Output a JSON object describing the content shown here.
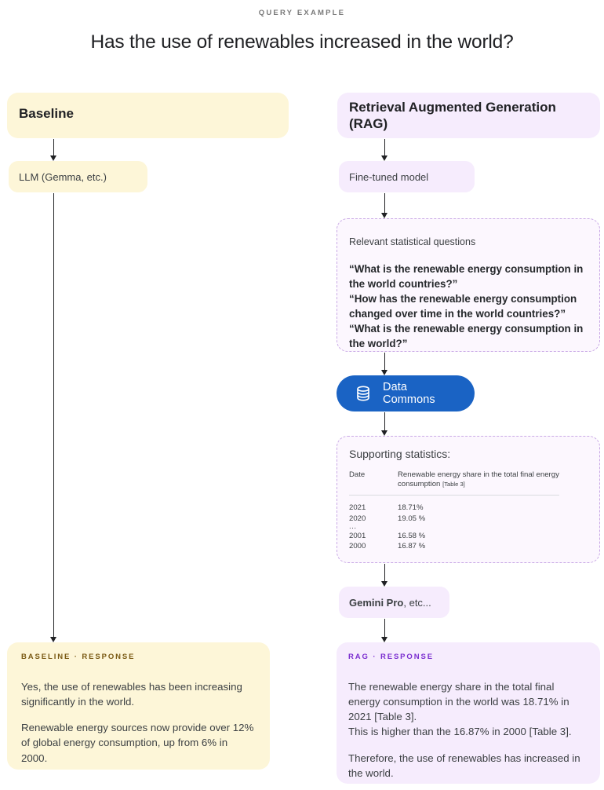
{
  "header": {
    "kicker": "QUERY EXAMPLE",
    "title": "Has the use of renewables increased in the world?"
  },
  "colors": {
    "yellow_panel": "#fdf6d8",
    "purple_panel": "#f6ecfd",
    "dashed_border": "#c9a9e6",
    "data_commons_blue": "#1a63c4",
    "baseline_kicker": "#7a5a14",
    "rag_kicker": "#7b2fd0"
  },
  "baseline_column": {
    "title": "Baseline",
    "model_node": "LLM (Gemma, etc.)",
    "response": {
      "kicker": "BASELINE · RESPONSE",
      "paragraphs": [
        "Yes, the use of renewables has been increasing significantly in the world.",
        "Renewable energy sources now provide over 12% of global energy consumption, up from 6%  in 2000."
      ]
    }
  },
  "rag_column": {
    "title": "Retrieval Augmented Generation (RAG)",
    "finetuned_node": "Fine-tuned model",
    "questions_box": {
      "title": "Relevant statistical questions",
      "questions": [
        "“What is the renewable energy consumption in the world countries?”",
        "“How has the renewable energy consumption changed over time in the world countries?”",
        "“What is the renewable energy consumption in the world?”"
      ]
    },
    "data_commons": {
      "label": "Data Commons",
      "icon": "database-icon"
    },
    "stats_box": {
      "title": "Supporting statistics:",
      "columns": [
        "Date",
        "Renewable energy share in the total final energy consumption"
      ],
      "column_reference": "[Table 3]",
      "rows": [
        {
          "date": "2021",
          "value": "18.71%"
        },
        {
          "date": "2020",
          "value": "19.05 %"
        },
        {
          "date": "...",
          "value": ""
        },
        {
          "date": "2001",
          "value": "16.58 %"
        },
        {
          "date": "2000",
          "value": "16.87 %"
        }
      ]
    },
    "generator_node": {
      "bold": "Gemini Pro",
      "rest": ", etc..."
    },
    "response": {
      "kicker": "RAG · RESPONSE",
      "paragraphs": [
        "The renewable energy share in the total final energy consumption in the world was 18.71% in 2021 [Table 3].\nThis is higher than the 16.87% in 2000 [Table 3].",
        "Therefore, the use of renewables has increased in the world."
      ]
    }
  }
}
